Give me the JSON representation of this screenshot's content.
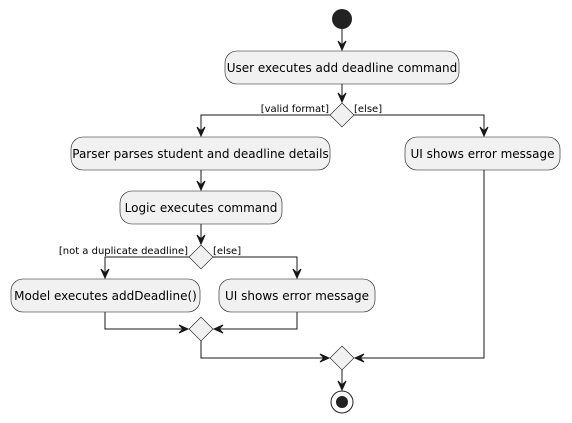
{
  "diagram": {
    "actions": {
      "user_executes": "User executes add deadline command",
      "parser_parses": "Parser parses student and deadline details",
      "logic_executes": "Logic executes command",
      "model_executes": "Model executes addDeadline()",
      "ui_error_inner": "UI shows error message",
      "ui_error_outer": "UI shows error message"
    },
    "guards": {
      "valid_format": "[valid format]",
      "else_outer": "[else]",
      "not_duplicate": "[not a duplicate deadline]",
      "else_inner": "[else]"
    }
  }
}
